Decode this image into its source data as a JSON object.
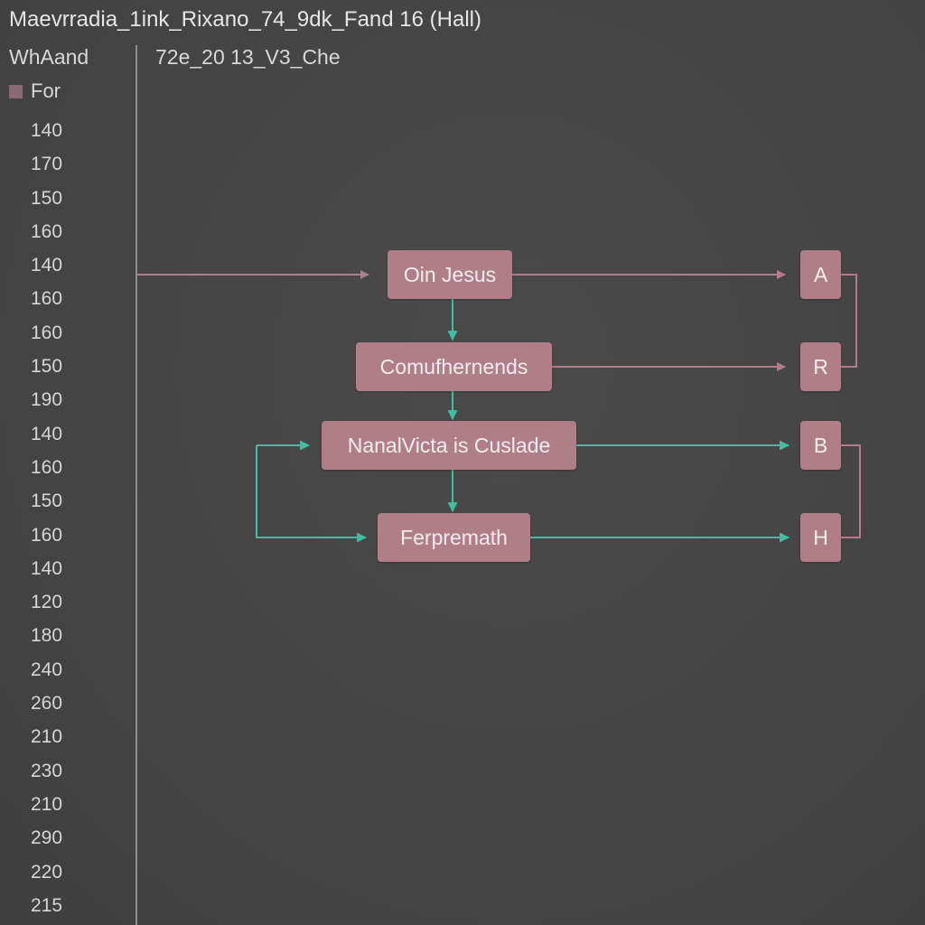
{
  "window": {
    "title": "Maevrradia_1ink_Rixano_74_9dk_Fand 16 (Hall)"
  },
  "sidebar": {
    "header": "WhAand",
    "legend_label": "For",
    "values": [
      "140",
      "170",
      "150",
      "160",
      "140",
      "160",
      "160",
      "150",
      "190",
      "140",
      "160",
      "150",
      "160",
      "140",
      "120",
      "180",
      "240",
      "260",
      "210",
      "230",
      "210",
      "290",
      "220",
      "215"
    ]
  },
  "main": {
    "header": "72e_20 13_V3_Che"
  },
  "diagram": {
    "nodes": {
      "oin_jesus": "Oin Jesus",
      "comufhernends": "Comufhernends",
      "nanalvicta": "NanalVicta is Cuslade",
      "ferpremath": "Ferpremath",
      "a": "A",
      "r": "R",
      "b": "B",
      "h": "H"
    }
  },
  "colors": {
    "background": "#454545",
    "node_fill": "#b07e88",
    "pink_arrow": "#b07e88",
    "teal_arrow": "#3cc0a0"
  }
}
